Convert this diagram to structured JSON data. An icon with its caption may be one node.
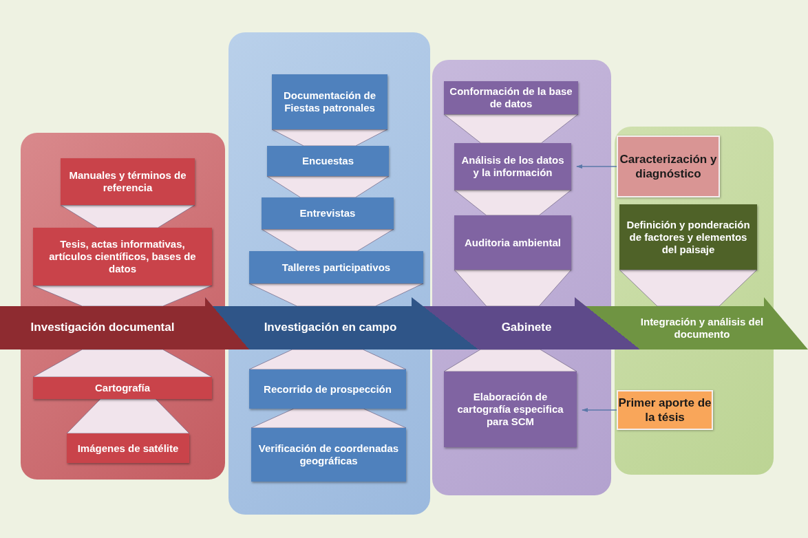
{
  "diagram": {
    "nodes": [
      {
        "text": [],
        "shape": "box"
      },
      {
        "text": [
          "Manuales y términos de referencia"
        ],
        "in": 0
      },
      {
        "text": [
          "Tesis, actas informativas, artículos científicos, bases de datos"
        ],
        "in": 0
      },
      {
        "text": [
          "Investigación documental"
        ]
      },
      {
        "text": [
          "Cartografía"
        ],
        "in": 0
      },
      {
        "text": [
          "Imágenes de satélite"
        ],
        "in": 0
      },
      {
        "text": [],
        "shape": "box"
      },
      {
        "text": [
          "Documentación de Fiestas patronales"
        ],
        "in": 6
      },
      {
        "text": [
          "Encuestas"
        ],
        "in": 6
      },
      {
        "text": [
          "Entrevistas"
        ],
        "in": 6
      },
      {
        "text": [
          "Talleres participativos"
        ],
        "in": 6
      },
      {
        "text": [
          "Investigación en campo"
        ]
      },
      {
        "text": [
          "Recorrido de prospección"
        ],
        "in": 6
      },
      {
        "text": [
          "Verificación de coordenadas geográficas"
        ],
        "in": 6
      },
      {
        "text": [],
        "shape": "box"
      },
      {
        "text": [
          "Conformación de la base de datos"
        ],
        "in": 14
      },
      {
        "text": [
          "Análisis de los datos y la información"
        ],
        "in": 14
      },
      {
        "text": [
          "Auditoria ambiental"
        ],
        "in": 14
      },
      {
        "text": [
          "Gabinete"
        ]
      },
      {
        "text": [
          "Elaboración de cartografía especifica para SCM"
        ],
        "in": 14
      },
      {
        "text": [],
        "shape": "box"
      },
      {
        "text": [
          "Caracterización y diagnóstico"
        ],
        "in": 20
      },
      {
        "text": [
          "Definición y ponderación de factores y elementos del paisaje"
        ],
        "in": 20
      },
      {
        "text": [
          "Integración y análisis del documento"
        ]
      },
      {
        "text": [
          "Primer aporte de la tésis"
        ],
        "in": 20
      }
    ],
    "edges": [
      {
        "from": 1,
        "to": 2,
        "arrow": "none"
      },
      {
        "from": 2,
        "to": 3,
        "arrow": "none"
      },
      {
        "from": 5,
        "to": 4,
        "arrow": "none"
      },
      {
        "from": 4,
        "to": 3,
        "arrow": "none"
      },
      {
        "from": 7,
        "to": 8,
        "arrow": "none"
      },
      {
        "from": 8,
        "to": 9,
        "arrow": "none"
      },
      {
        "from": 9,
        "to": 10,
        "arrow": "none"
      },
      {
        "from": 10,
        "to": 11,
        "arrow": "none"
      },
      {
        "from": 13,
        "to": 12,
        "arrow": "none"
      },
      {
        "from": 12,
        "to": 11,
        "arrow": "none"
      },
      {
        "from": 15,
        "to": 16,
        "arrow": "none"
      },
      {
        "from": 16,
        "to": 17,
        "arrow": "none"
      },
      {
        "from": 17,
        "to": 18,
        "arrow": "none"
      },
      {
        "from": 19,
        "to": 18,
        "arrow": "none"
      },
      {
        "from": 21,
        "to": 16,
        "arrow": "to"
      },
      {
        "from": 22,
        "to": 23,
        "arrow": "none"
      },
      {
        "from": 24,
        "to": 19,
        "arrow": "to"
      }
    ]
  }
}
